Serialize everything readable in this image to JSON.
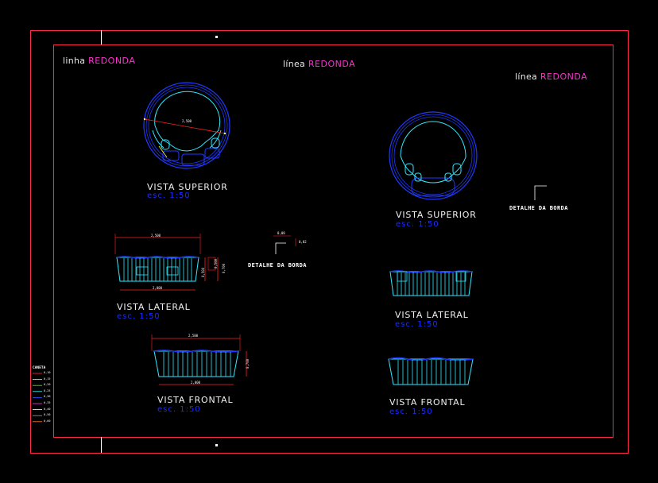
{
  "titles": {
    "t1_prefix": "linha",
    "t1_name": "REDONDA",
    "t2_prefix": "línea",
    "t2_name": "REDONDA",
    "t3_prefix": "línea",
    "t3_name": "REDONDA"
  },
  "views": {
    "top_left": "VISTA SUPERIOR",
    "lateral_left": "VISTA LATERAL",
    "frontal_left": "VISTA FRONTAL",
    "top_right": "VISTA SUPERIOR",
    "lateral_right": "VISTA LATERAL",
    "frontal_right": "VISTA FRONTAL"
  },
  "scale_label": "esc.   1:50",
  "details": {
    "left": "DETALHE DA BORDA",
    "right": "DETALHE DA BORDA"
  },
  "dimensions": {
    "top_diameter": "2,500",
    "lateral_width": "2,500",
    "lateral_bottom": "2,000",
    "lateral_h1": "0,500",
    "lateral_h2": "0,700",
    "frontal_width": "2,500",
    "frontal_bottom": "2,000",
    "frontal_h": "0,700",
    "detail_w": "0,08",
    "detail_h": "0,02"
  },
  "legend": {
    "title": "CANETA",
    "rows": [
      {
        "label": "0,10",
        "color": "#ff3030"
      },
      {
        "label": "0,15",
        "color": "#ffff30"
      },
      {
        "label": "0,20",
        "color": "#30ff30"
      },
      {
        "label": "0,25",
        "color": "#30ffff"
      },
      {
        "label": "0,30",
        "color": "#3050ff"
      },
      {
        "label": "0,35",
        "color": "#ff30ff"
      },
      {
        "label": "0,40",
        "color": "#ffffff"
      },
      {
        "label": "0,50",
        "color": "#a0a0a0"
      },
      {
        "label": "0,60",
        "color": "#ff8030"
      }
    ]
  },
  "colors": {
    "frame": "#ff2a4a",
    "pool_outline": "#2038ff",
    "pool_inner": "#30e8ff",
    "dimension": "#ff2020",
    "accent": "#ff2fd0"
  }
}
